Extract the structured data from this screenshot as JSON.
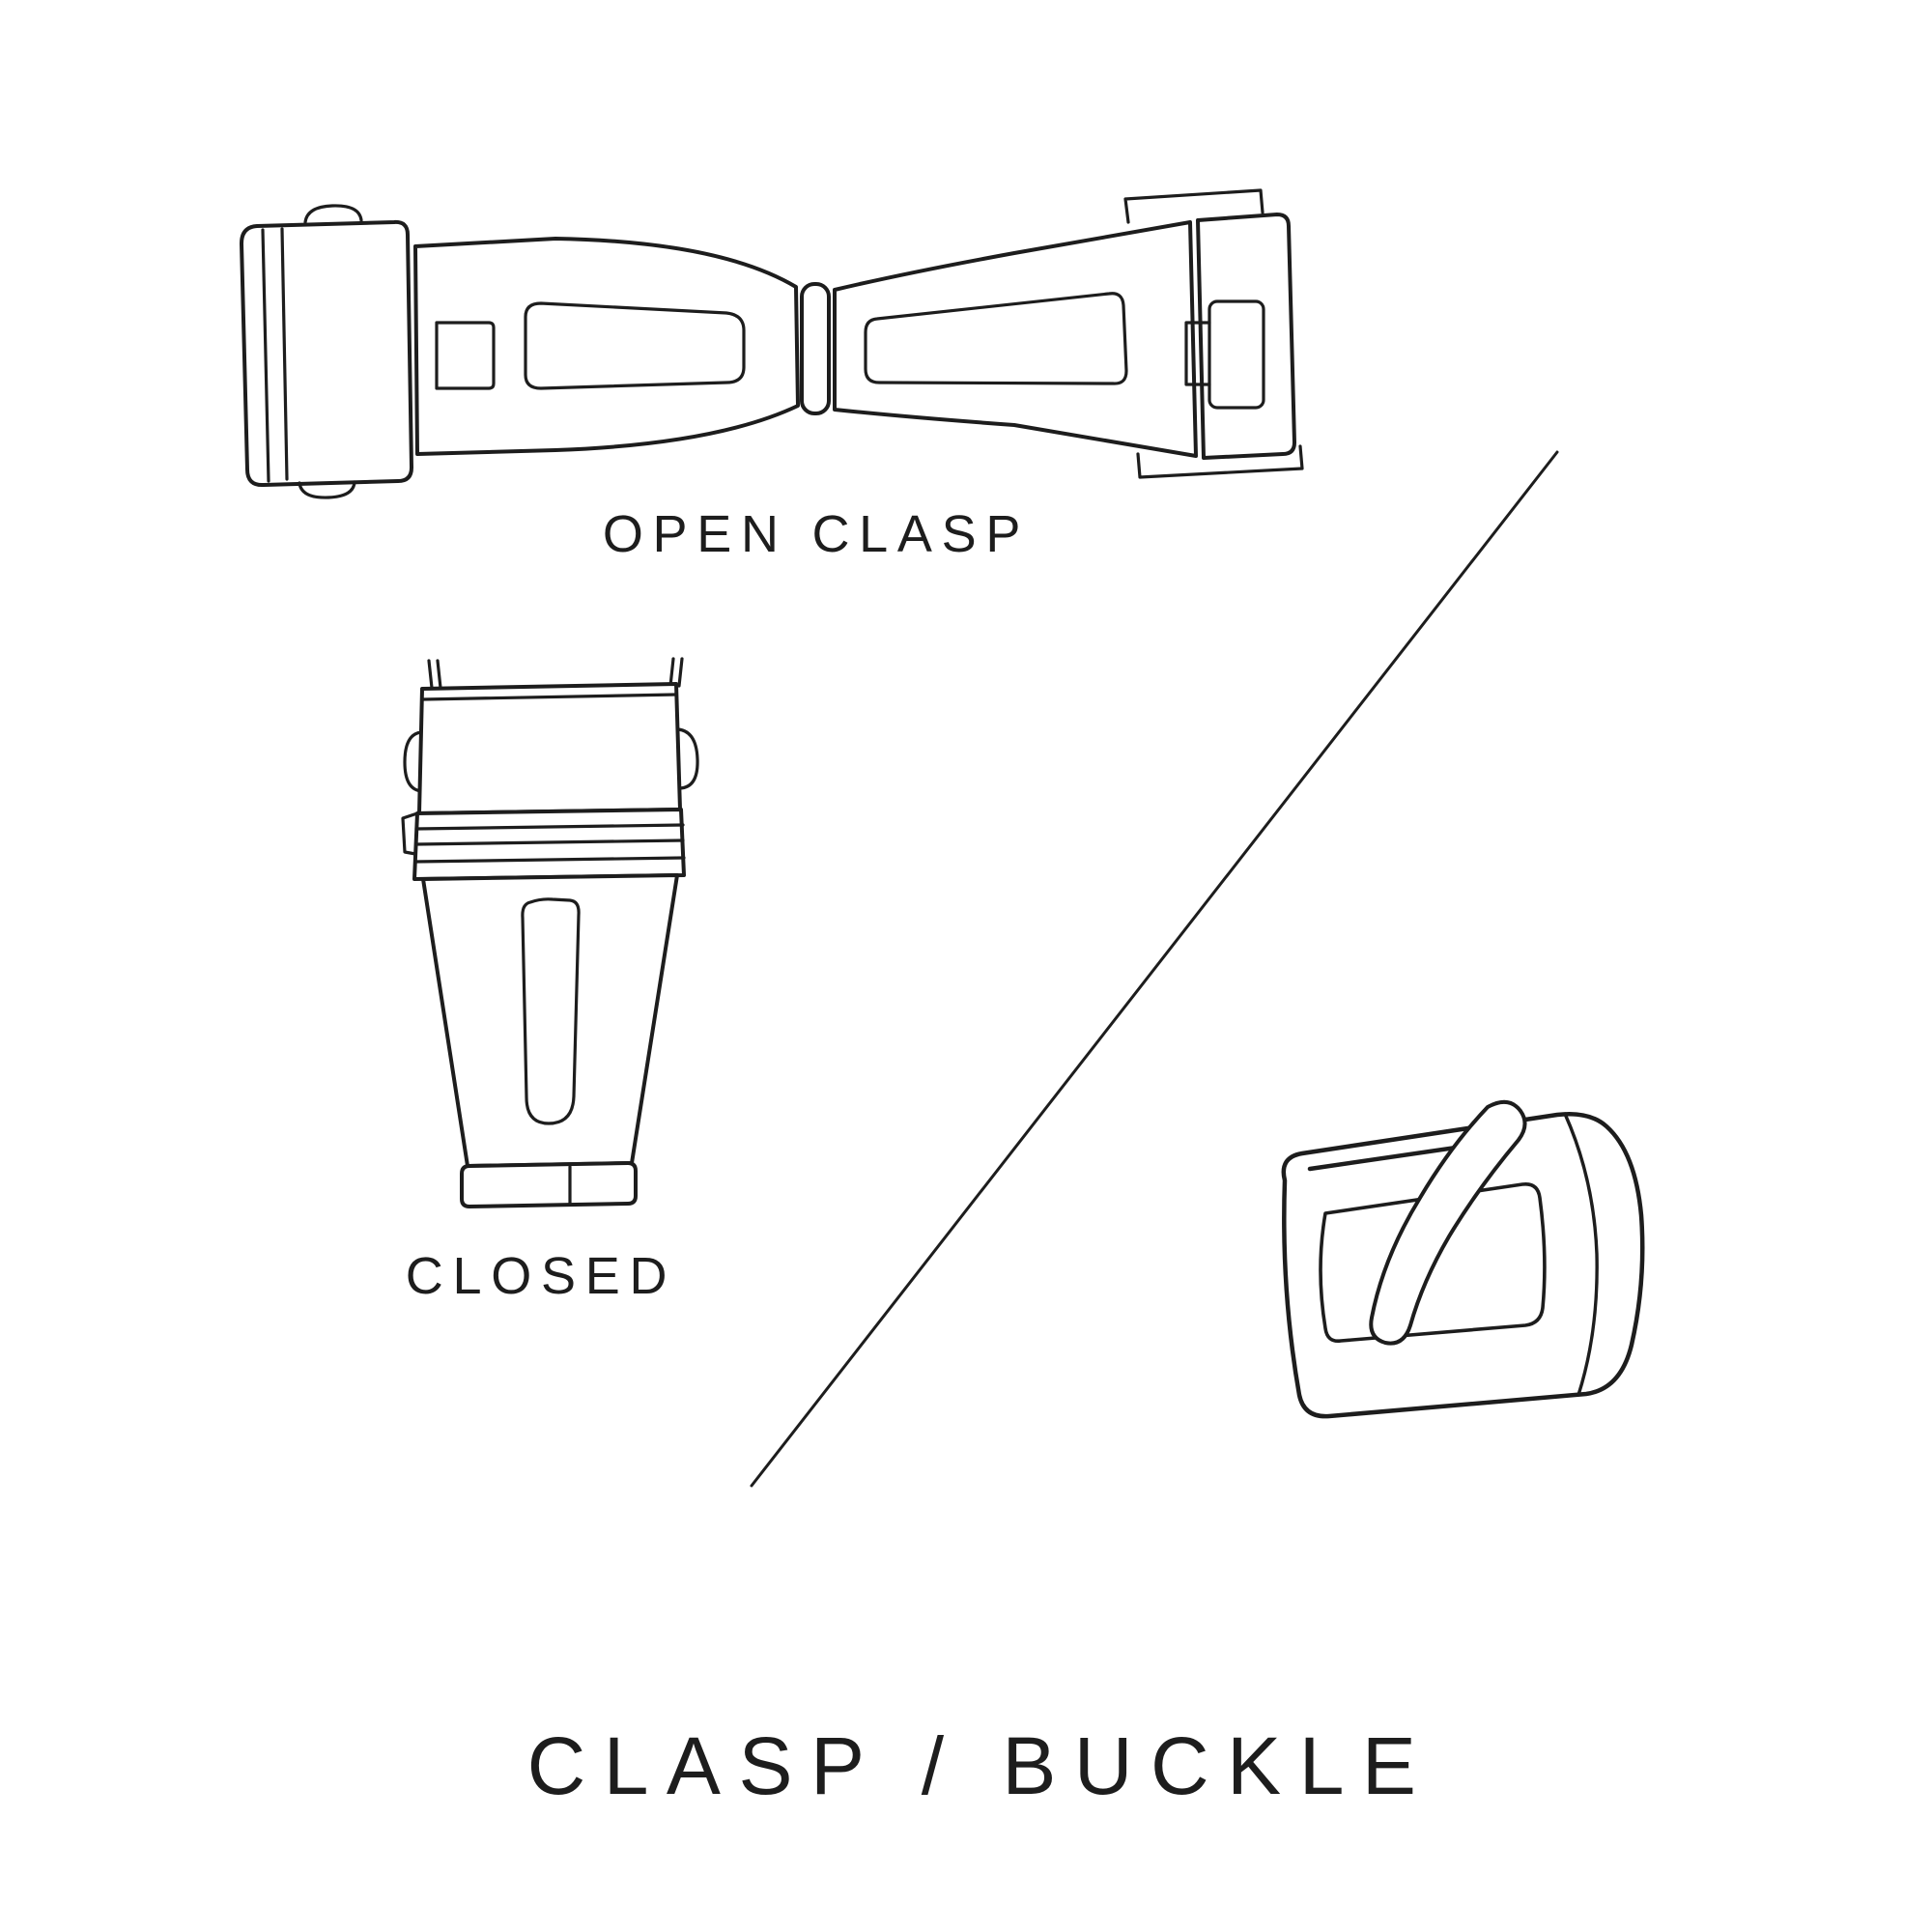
{
  "page": {
    "background_color": "#ffffff",
    "line_color": "#1d1d1d",
    "title": "CLASP / BUCKLE"
  },
  "figures": {
    "open_clasp": {
      "label": "OPEN CLASP"
    },
    "closed_clasp": {
      "label": "CLOSED"
    },
    "buckle": {
      "label": ""
    }
  }
}
